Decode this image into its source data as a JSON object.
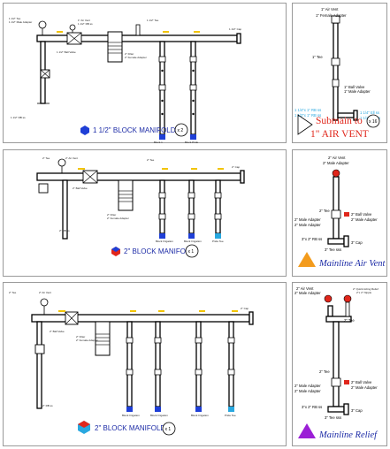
{
  "manifold_1": {
    "title": "1 1/2\" BLOCK MANIFOLD",
    "qty": "x 2",
    "icon_color": "#1f3fd6",
    "labels": [
      "1 1/2\" Tee",
      "1 1/2\" Male Adapter",
      "1\" Air Vent",
      "1 1/2\" RB ss",
      "1 1/2\" Ball Valve",
      "2\" Filter",
      "2\" Female Adapter",
      "1 1/2\" Tee",
      "1 1/2\" RB ss",
      "1 1/2\" Cap",
      "Block 1",
      "Block Pride"
    ]
  },
  "air_vent_detail": {
    "labels": [
      "1\" Air Vent",
      "1\" Female Adapter",
      "1\" Tee",
      "1\" Ball Valve",
      "1\" Male Adapter"
    ],
    "blue_labels": [
      "1 1/4\"x 1\" RB ss",
      "1 1/2\"x 1\" RB ss",
      "1 1/4\" Ell ss",
      "1 1/2\" RB ss"
    ],
    "submain_line1": "Submain to",
    "submain_line2": "1\" AIR VENT",
    "qty": "x 16"
  },
  "manifold_2": {
    "title": "2\" BLOCK MANIFOLD",
    "qty": "x 1",
    "labels": [
      "2\" Tee",
      "2\" Air Vent",
      "2\" Ball Valve",
      "2\" Filter",
      "2\" Female Adapter",
      "2\" RB ss",
      "2\" Tee",
      "2\" Cap"
    ],
    "blocks": [
      "Block Irrigation",
      "Block Irrigation",
      "Pride Tee"
    ]
  },
  "mainline_air_vent": {
    "labels": [
      "2\" Air Vent",
      "2\" Male Adapter",
      "2\" Tee",
      "2\" Ball Valve",
      "2\" Male Adapter",
      "2\" Male Adapter",
      "2\" Male Adapter",
      "3\"x 2\" RB ss",
      "3\" Cap",
      "3\" Tee sss"
    ],
    "caption": "Mainline Air Vent",
    "triangle_color": "#f39b1c"
  },
  "manifold_3": {
    "title": "2\" BLOCK MANIFOLD",
    "qty": "x 1",
    "labels": [
      "2\" Tee",
      "2\" Air Vent",
      "2\" Ball Valve",
      "2\" Filter",
      "2\" Female Adapter",
      "2\" RB ss",
      "2\" Cap"
    ],
    "blocks": [
      "Block Irrigation",
      "Block Irrigation",
      "Block Irrigation",
      "Pride Tee"
    ]
  },
  "mainline_relief": {
    "labels": [
      "2\" Air Vent",
      "2\" Male Adapter",
      "2\" Quick Acting Relief",
      "2\"x 2\" Nipple",
      "2\" Tee",
      "2\" Tee",
      "2\" Ball Valve",
      "2\" Male Adapter",
      "2\" Male Adapter",
      "2\" Male Adapter",
      "3\"x 2\" RB ss",
      "3\" Cap",
      "3\" Tee sss"
    ],
    "caption": "Mainline Relief",
    "triangle_color": "#9b1fd6"
  }
}
